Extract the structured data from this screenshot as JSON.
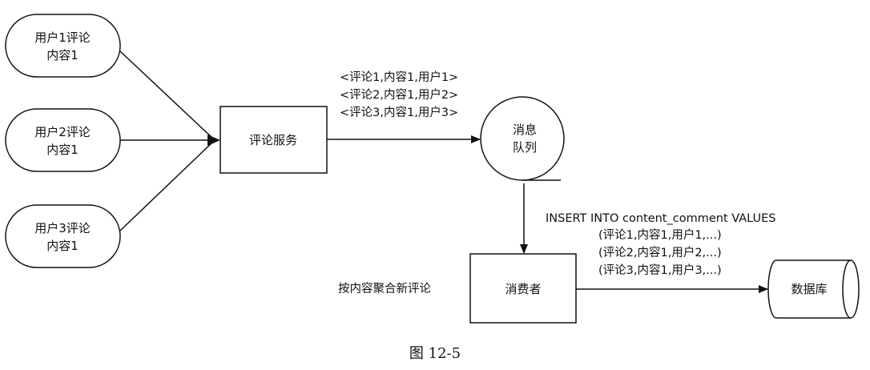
{
  "users": [
    {
      "line1": "用户1评论",
      "line2": "内容1"
    },
    {
      "line1": "用户2评论",
      "line2": "内容1"
    },
    {
      "line1": "用户3评论",
      "line2": "内容1"
    }
  ],
  "comment_service": "评论服务",
  "queue": {
    "line1": "消息",
    "line2": "队列"
  },
  "queue_messages": [
    "<评论1,内容1,用户1>",
    "<评论2,内容1,用户2>",
    "<评论3,内容1,用户3>"
  ],
  "consumer": "消费者",
  "consumer_note": "按内容聚合新评论",
  "sql": {
    "statement": "INSERT INTO content_comment VALUES",
    "rows": [
      "(评论1,内容1,用户1,...)",
      "(评论2,内容1,用户2,...)",
      "(评论3,内容1,用户3,...)"
    ]
  },
  "database": "数据库",
  "caption": "图 12-5"
}
